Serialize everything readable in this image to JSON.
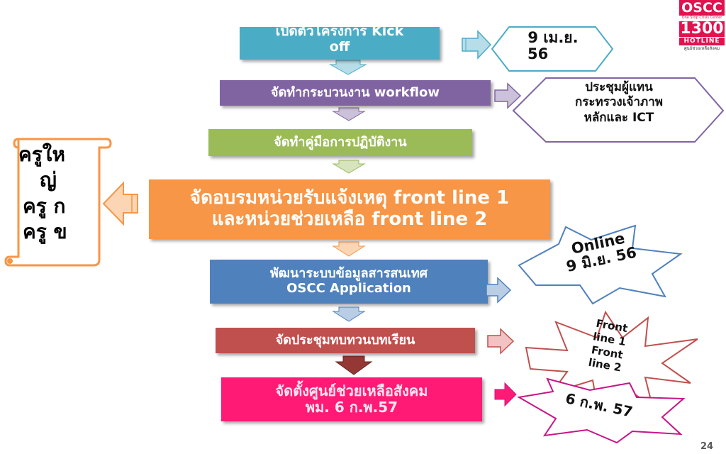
{
  "logo": {
    "line1": "OSCC",
    "line2": "One Stop Crisis Center",
    "line3": "1300",
    "line4": "HOTLINE",
    "line5": "ศูนย์ช่วยเหลือสังคม",
    "color": "#e4114f"
  },
  "steps": [
    {
      "lines": [
        "เปิดตัวโครงการ Kick",
        "off"
      ],
      "color": "#4bacc6"
    },
    {
      "lines": [
        "จัดทำกระบวนงาน workflow"
      ],
      "color": "#8064a2"
    },
    {
      "lines": [
        "จัดทำคู่มือการปฏิบัติงาน"
      ],
      "color": "#9bbb59"
    },
    {
      "lines": [
        "จัดอบรมหน่วยรับแจ้งเหตุ front line 1",
        "และหน่วยช่วยเหลือ front line 2"
      ],
      "color": "#f79646"
    },
    {
      "lines": [
        "พัฒนาระบบข้อมูลสารสนเทศ",
        "OSCC Application"
      ],
      "color": "#4f81bd"
    },
    {
      "lines": [
        "จัดประชุมทบทวนบทเรียน"
      ],
      "color": "#c0504d"
    },
    {
      "lines": [
        "จัดตั้งศูนย์ช่วยเหลือสังคม",
        "พม.  6 ก.พ.57"
      ],
      "color": "#ff1a75"
    }
  ],
  "callouts": [
    {
      "lines": [
        "9 เม.ย.",
        "56"
      ],
      "color": "#4bacc6"
    },
    {
      "lines": [
        "ประชุมผู้แทน",
        "กระทรวงเจ้าภาพ",
        "หลักและ ICT"
      ],
      "color": "#8064a2"
    },
    {
      "lines": [
        "Online",
        "9 มิ.ย. 56"
      ],
      "color": "#4f81bd"
    },
    {
      "lines": [
        "Front",
        "line 1",
        "Front",
        "line 2"
      ],
      "color": "#c0504d"
    },
    {
      "lines": [
        "6 ก.พ. 57"
      ],
      "color": "#c71585"
    }
  ],
  "scroll": {
    "lines": [
      "ครูให",
      "ญ่",
      "ครู ก",
      "ครู ข"
    ],
    "color": "#f79646"
  },
  "page_number": "24"
}
